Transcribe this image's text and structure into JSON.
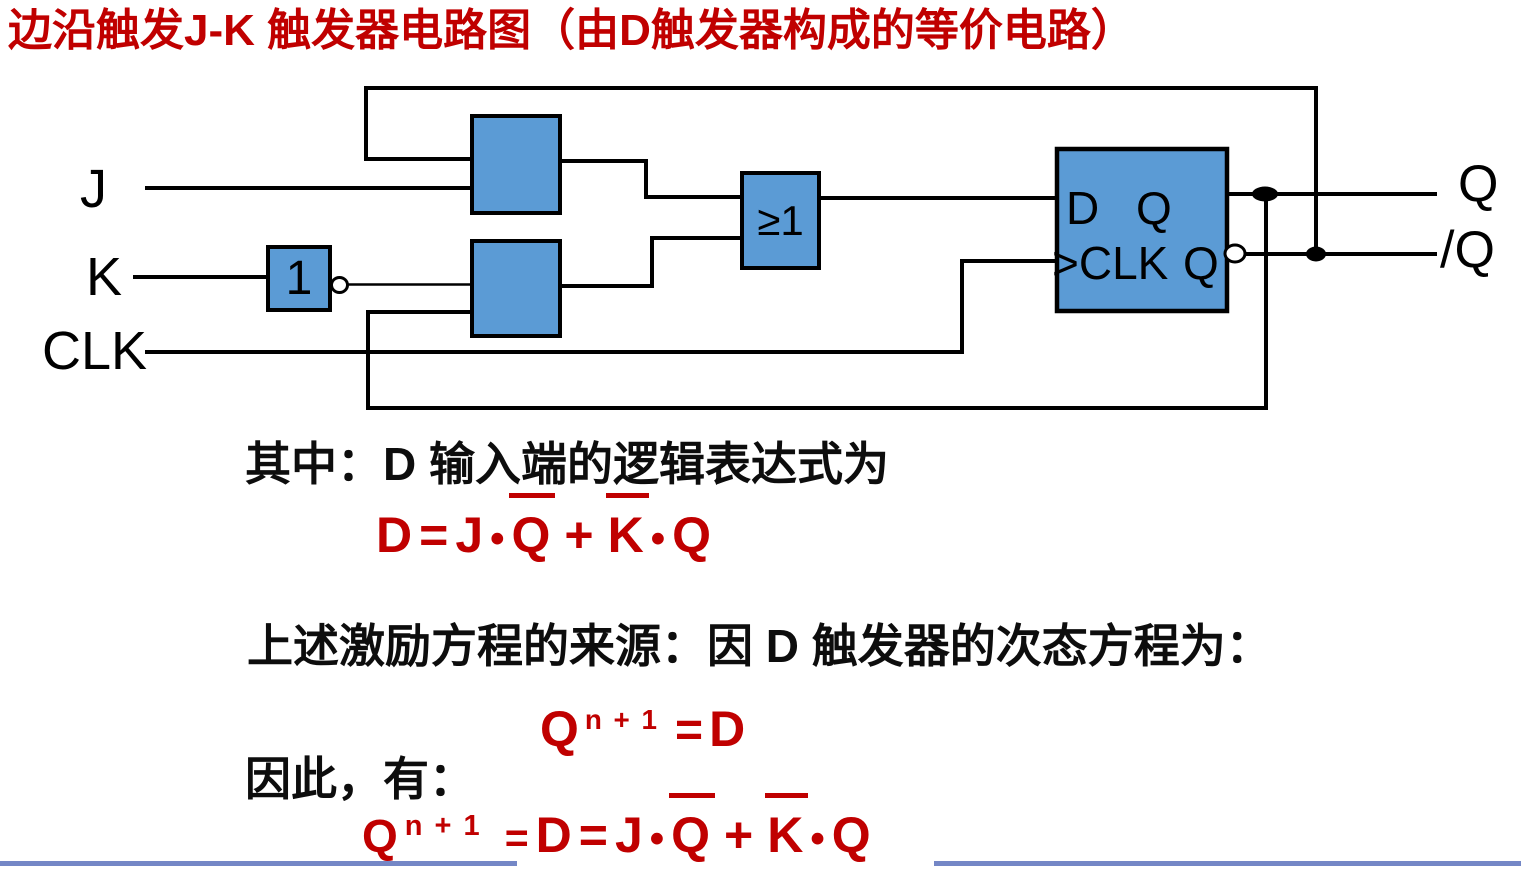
{
  "title": "边沿触发J-K 触发器电路图（由D触发器构成的等价电路）",
  "colors": {
    "title_red": "#C00000",
    "formula_red": "#C00000",
    "gate_blue": "#5B9BD5",
    "wire_black": "#000000",
    "footer_blue": "#7487C6"
  },
  "circuit": {
    "input_j": "J",
    "input_k": "K",
    "input_clk": "CLK",
    "inverter_label": "1",
    "or_gate_label": "≥1",
    "dff_d_label": "D",
    "dff_q_label": "Q",
    "dff_clk_label": ">CLK",
    "dff_qbar_label": "Q",
    "output_q": "Q",
    "output_qbar": "/Q"
  },
  "body": {
    "line1": "其中：D 输入端的逻辑表达式为",
    "line2": "上述激励方程的来源：因 D 触发器的次态方程为：",
    "line3": "因此，有："
  },
  "formulas": {
    "excitation": {
      "lhs": "D",
      "eq": "=",
      "j": "J",
      "dot1": "•",
      "q_bar": "Q",
      "plus": "+",
      "k_bar": "K",
      "dot2": "•",
      "q": "Q"
    },
    "next_state": {
      "q": "Q",
      "sup": "n + 1",
      "eq": "=",
      "d": "D"
    },
    "combined": {
      "q": "Q",
      "sup": "n + 1",
      "eq1": "=",
      "d": "D",
      "eq2": "=",
      "j": "J",
      "dot1": "•",
      "q_bar": "Q",
      "plus": "+",
      "k_bar": "K",
      "dot2": "•",
      "q2": "Q"
    }
  }
}
